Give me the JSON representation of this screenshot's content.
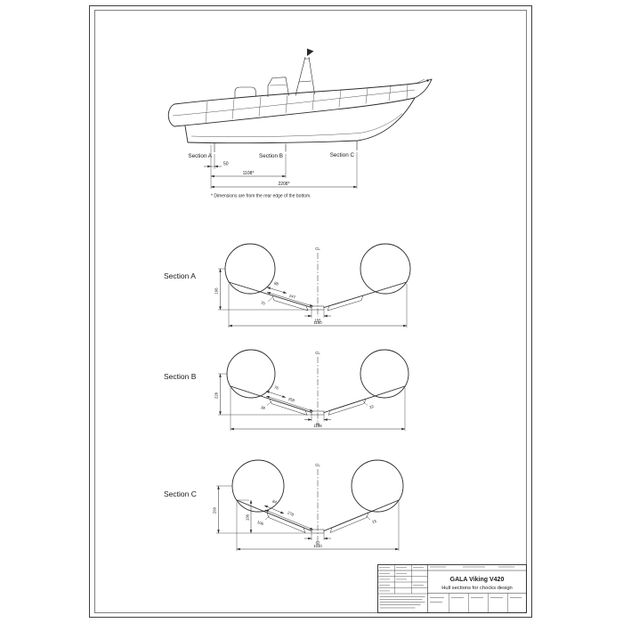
{
  "sheet": {
    "ink_color": "#2a2a2a",
    "background": "#ffffff"
  },
  "side_view": {
    "sections": [
      "Section A",
      "Section B",
      "Section C"
    ],
    "dim_offset": "50",
    "dim_b": "1108*",
    "dim_c": "2208*",
    "note": "* Dimensions are from the rear edge of the bottom."
  },
  "section_a": {
    "label": "Section A",
    "cl": "CL",
    "dim_upper": "88",
    "dim_diag": "247",
    "dim_height": "196",
    "dim_chock": "70",
    "dim_keel": "155",
    "dim_width": "1150"
  },
  "section_b": {
    "label": "Section B",
    "cl": "CL",
    "dim_upper": "76",
    "dim_diag": "258",
    "dim_height": "228",
    "dim_chock": "38",
    "dim_right": "22",
    "dim_keel": "85",
    "dim_width": "1158"
  },
  "section_c": {
    "label": "Section C",
    "cl": "CL",
    "dim_upper": "84",
    "dim_diag": "278",
    "dim_height": "299",
    "dim_chock": "106",
    "dim_inner": "136",
    "dim_right": "23",
    "dim_keel": "62",
    "dim_width": "1040"
  },
  "title_block": {
    "product": "GALA Viking V420",
    "title": "Hull sections for chocks design"
  }
}
